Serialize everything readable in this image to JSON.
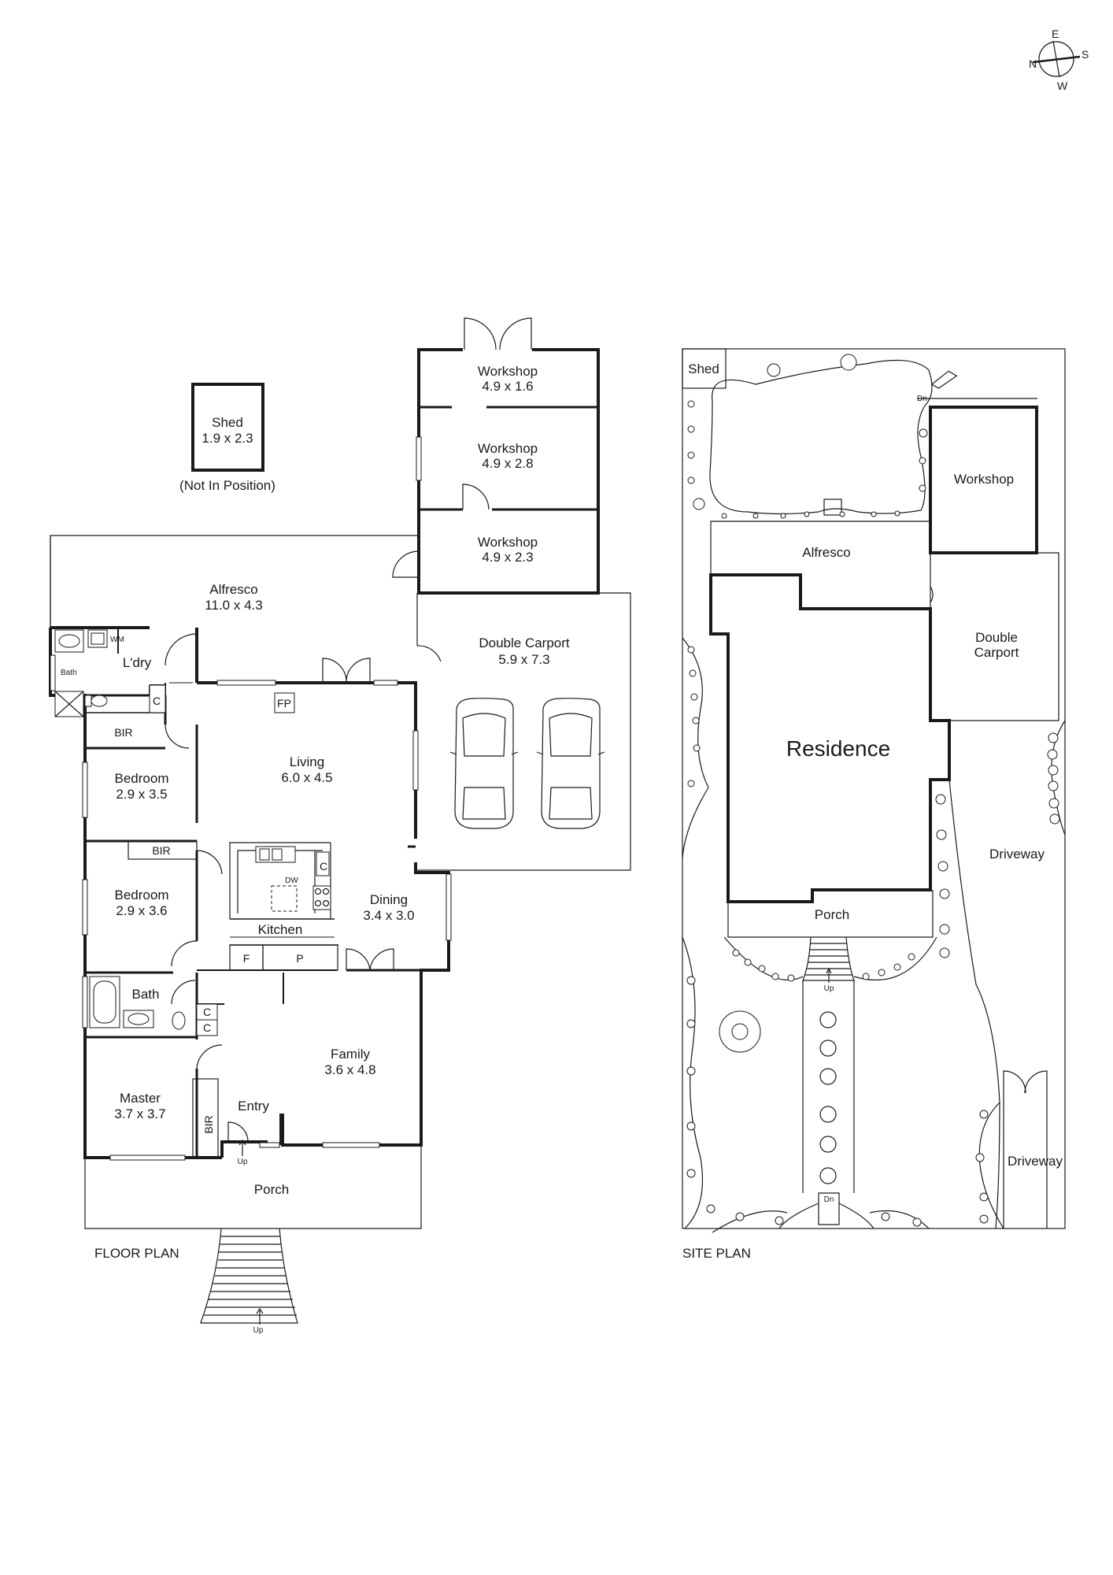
{
  "compass": {
    "n": "N",
    "e": "E",
    "s": "S",
    "w": "W"
  },
  "floor_plan": {
    "caption": "FLOOR PLAN",
    "shed": {
      "name": "Shed",
      "size": "1.9 x 2.3",
      "note": "(Not In Position)"
    },
    "workshop_1": {
      "name": "Workshop",
      "size": "4.9 x 1.6"
    },
    "workshop_2": {
      "name": "Workshop",
      "size": "4.9 x 2.8"
    },
    "workshop_3": {
      "name": "Workshop",
      "size": "4.9 x 2.3"
    },
    "alfresco": {
      "name": "Alfresco",
      "size": "11.0 x 4.3"
    },
    "carport": {
      "name": "Double Carport",
      "size": "5.9 x 7.3"
    },
    "laundry": {
      "name": "L'dry",
      "wm": "WM",
      "bath": "Bath",
      "cupboard": "C"
    },
    "living": {
      "name": "Living",
      "size": "6.0 x 4.5",
      "fp": "FP"
    },
    "bir_1": "BIR",
    "bedroom_1": {
      "name": "Bedroom",
      "size": "2.9 x 3.5"
    },
    "bir_2": "BIR",
    "bedroom_2": {
      "name": "Bedroom",
      "size": "2.9 x 3.6"
    },
    "kitchen": {
      "name": "Kitchen",
      "dw": "DW",
      "c": "C",
      "f": "F",
      "p": "P"
    },
    "dining": {
      "name": "Dining",
      "size": "3.4 x 3.0"
    },
    "bath": {
      "name": "Bath",
      "c1": "C",
      "c2": "C"
    },
    "family": {
      "name": "Family",
      "size": "3.6 x 4.8"
    },
    "master": {
      "name": "Master",
      "size": "3.7 x 3.7",
      "bir": "BIR"
    },
    "entry": {
      "name": "Entry",
      "up": "Up"
    },
    "porch": {
      "name": "Porch"
    },
    "stairs_up": "Up"
  },
  "site_plan": {
    "caption": "SITE PLAN",
    "shed": "Shed",
    "workshop": "Workshop",
    "alfresco": "Alfresco",
    "carport_1": "Double",
    "carport_2": "Carport",
    "residence": "Residence",
    "porch": "Porch",
    "driveway_1": "Driveway",
    "driveway_2": "Driveway",
    "dn_top": "Dn",
    "up": "Up",
    "dn_bottom": "Dn"
  }
}
